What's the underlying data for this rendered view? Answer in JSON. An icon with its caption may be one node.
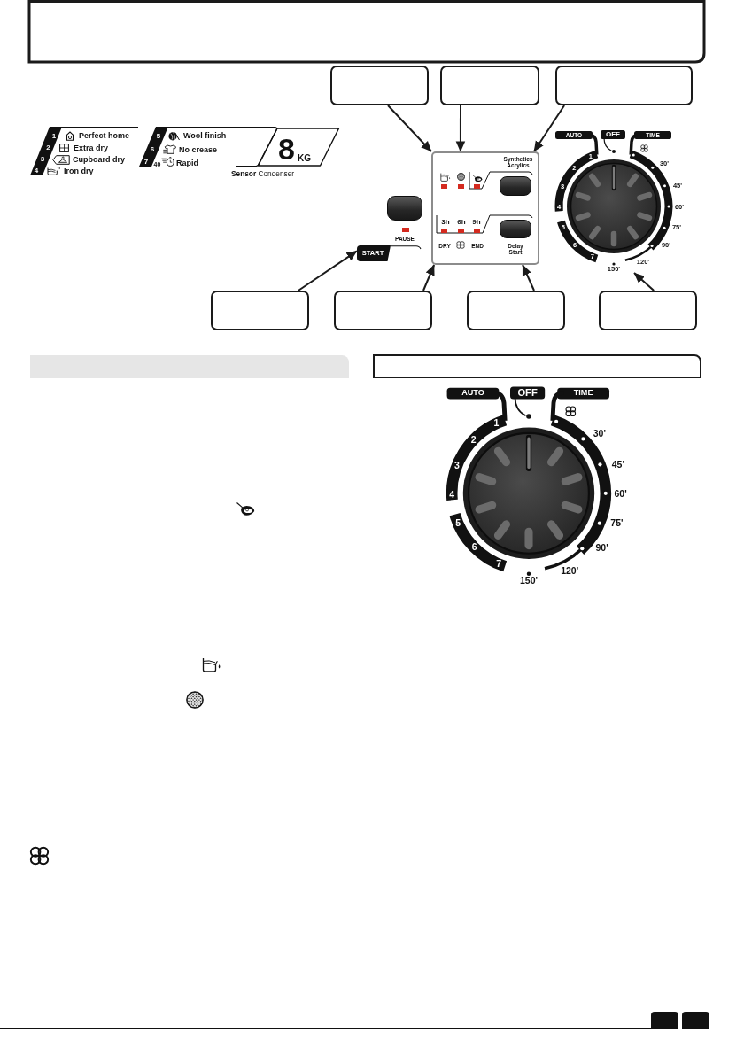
{
  "diagram": {
    "nodes": [
      {
        "text": [],
        "shape": "box"
      },
      {
        "text": [],
        "shape": "box"
      },
      {
        "text": [],
        "shape": "box"
      },
      {
        "text": [
          "8",
          "KG"
        ]
      },
      {
        "text": [
          "AUTO",
          "OFF",
          "TIME",
          "1",
          "2",
          "3",
          "4",
          "5",
          "6",
          "7",
          "30'",
          "45'",
          "60'",
          "75'",
          "90'",
          "120'",
          "150'"
        ]
      },
      {
        "text": [
          "Synthetics Acrylics",
          "3h",
          "6h",
          "9h",
          "DRY",
          "END",
          "Delay Start"
        ]
      },
      {
        "text": [
          "START"
        ]
      },
      {
        "text": [],
        "shape": "box"
      },
      {
        "text": [],
        "shape": "box"
      },
      {
        "text": [],
        "shape": "box"
      },
      {
        "text": [],
        "shape": "box"
      },
      {
        "text": [],
        "shape": "bar"
      },
      {
        "text": [],
        "shape": "bar"
      },
      {
        "text": [
          "AUTO",
          "OFF",
          "TIME",
          "1",
          "2",
          "3",
          "4",
          "5",
          "6",
          "7",
          "30'",
          "45'",
          "60'",
          "75'",
          "90'",
          "120'",
          "150'"
        ]
      }
    ],
    "edges": [
      {
        "from": 0,
        "to": 5,
        "arrow": "to"
      },
      {
        "from": 1,
        "to": 5,
        "arrow": "to"
      },
      {
        "from": 2,
        "to": 5,
        "arrow": "to"
      },
      {
        "from": 7,
        "to": 6,
        "arrow": "to"
      },
      {
        "from": 8,
        "to": 5,
        "arrow": "to"
      },
      {
        "from": 9,
        "to": 5,
        "arrow": "to"
      },
      {
        "from": 10,
        "to": 4,
        "arrow": "to"
      }
    ],
    "labels": [
      "1",
      "Perfect home",
      "2",
      "Extra dry",
      "3",
      "Cupboard dry",
      "4",
      "Iron dry",
      "5",
      "Wool finish",
      "6",
      "No crease",
      "7",
      "40",
      "Rapid",
      "**Sensor** Condenser",
      "PAUSE"
    ]
  }
}
